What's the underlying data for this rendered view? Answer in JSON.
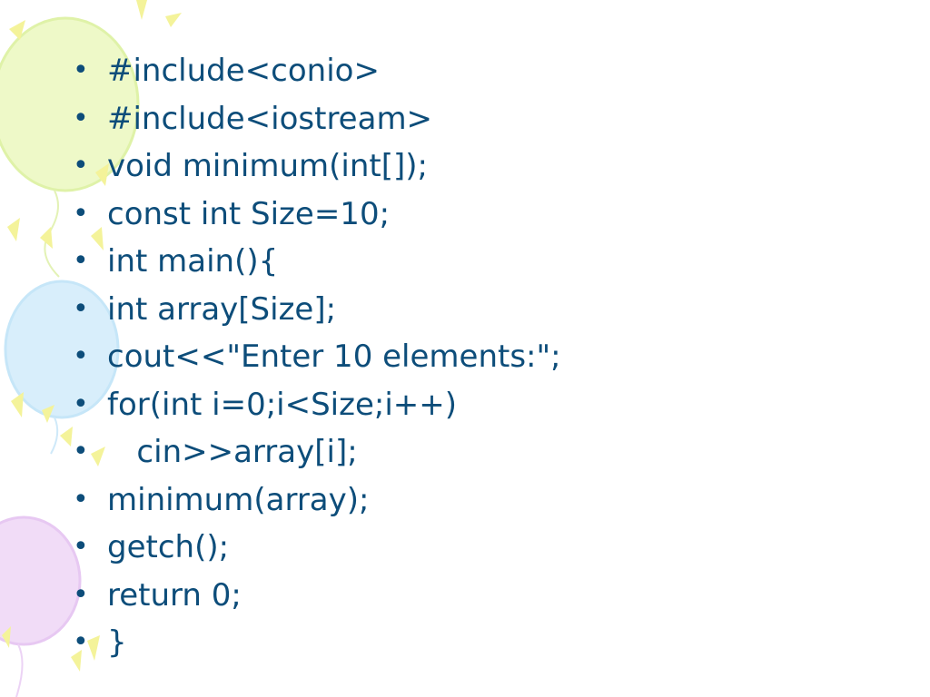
{
  "slide": {
    "bullet_symbol": "•",
    "text_color": "#0d4d7a",
    "lines": [
      "#include<conio>",
      "#include<iostream>",
      "void minimum(int[]);",
      "const int Size=10;",
      "int main(){",
      "int array[Size];",
      "cout<<\"Enter 10 elements:\";",
      "for(int i=0;i<Size;i++)",
      "   cin>>array[i];",
      "minimum(array);",
      "getch();",
      "return 0;",
      "}"
    ]
  },
  "decoration": {
    "balloon_colors": [
      "#eef9c8",
      "#d8eefb",
      "#f1dcf7"
    ],
    "confetti_colors": [
      "#f4f39a",
      "#f0f6b0"
    ]
  }
}
